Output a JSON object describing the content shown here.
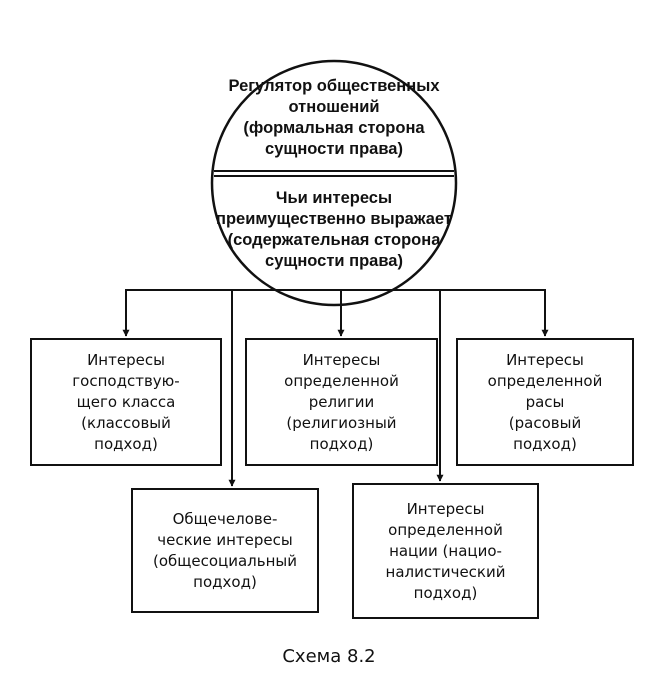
{
  "center": {
    "top_text": "Регулятор общественных\nотношений\n(формальная сторона\nсущности права)",
    "bottom_text": "Чьи интересы\nпреимущественно выражает\n(содержательная сторона\nсущности права)"
  },
  "boxes": [
    {
      "id": "class",
      "text": "Интересы\nгосподствую-\nщего класса\n(классовый\nподход)"
    },
    {
      "id": "universal",
      "text": "Общечелове-\nческие интересы\n(общесоциальный\nподход)"
    },
    {
      "id": "religion",
      "text": "Интересы\nопределенной\nрелигии\n(религиозный\nподход)"
    },
    {
      "id": "nation",
      "text": "Интересы\nопределенной\nнации (нацио-\nналистический\nподход)"
    },
    {
      "id": "race",
      "text": "Интересы\nопределенной\nрасы\n(расовый\nподход)"
    }
  ],
  "caption": "Схема 8.2"
}
